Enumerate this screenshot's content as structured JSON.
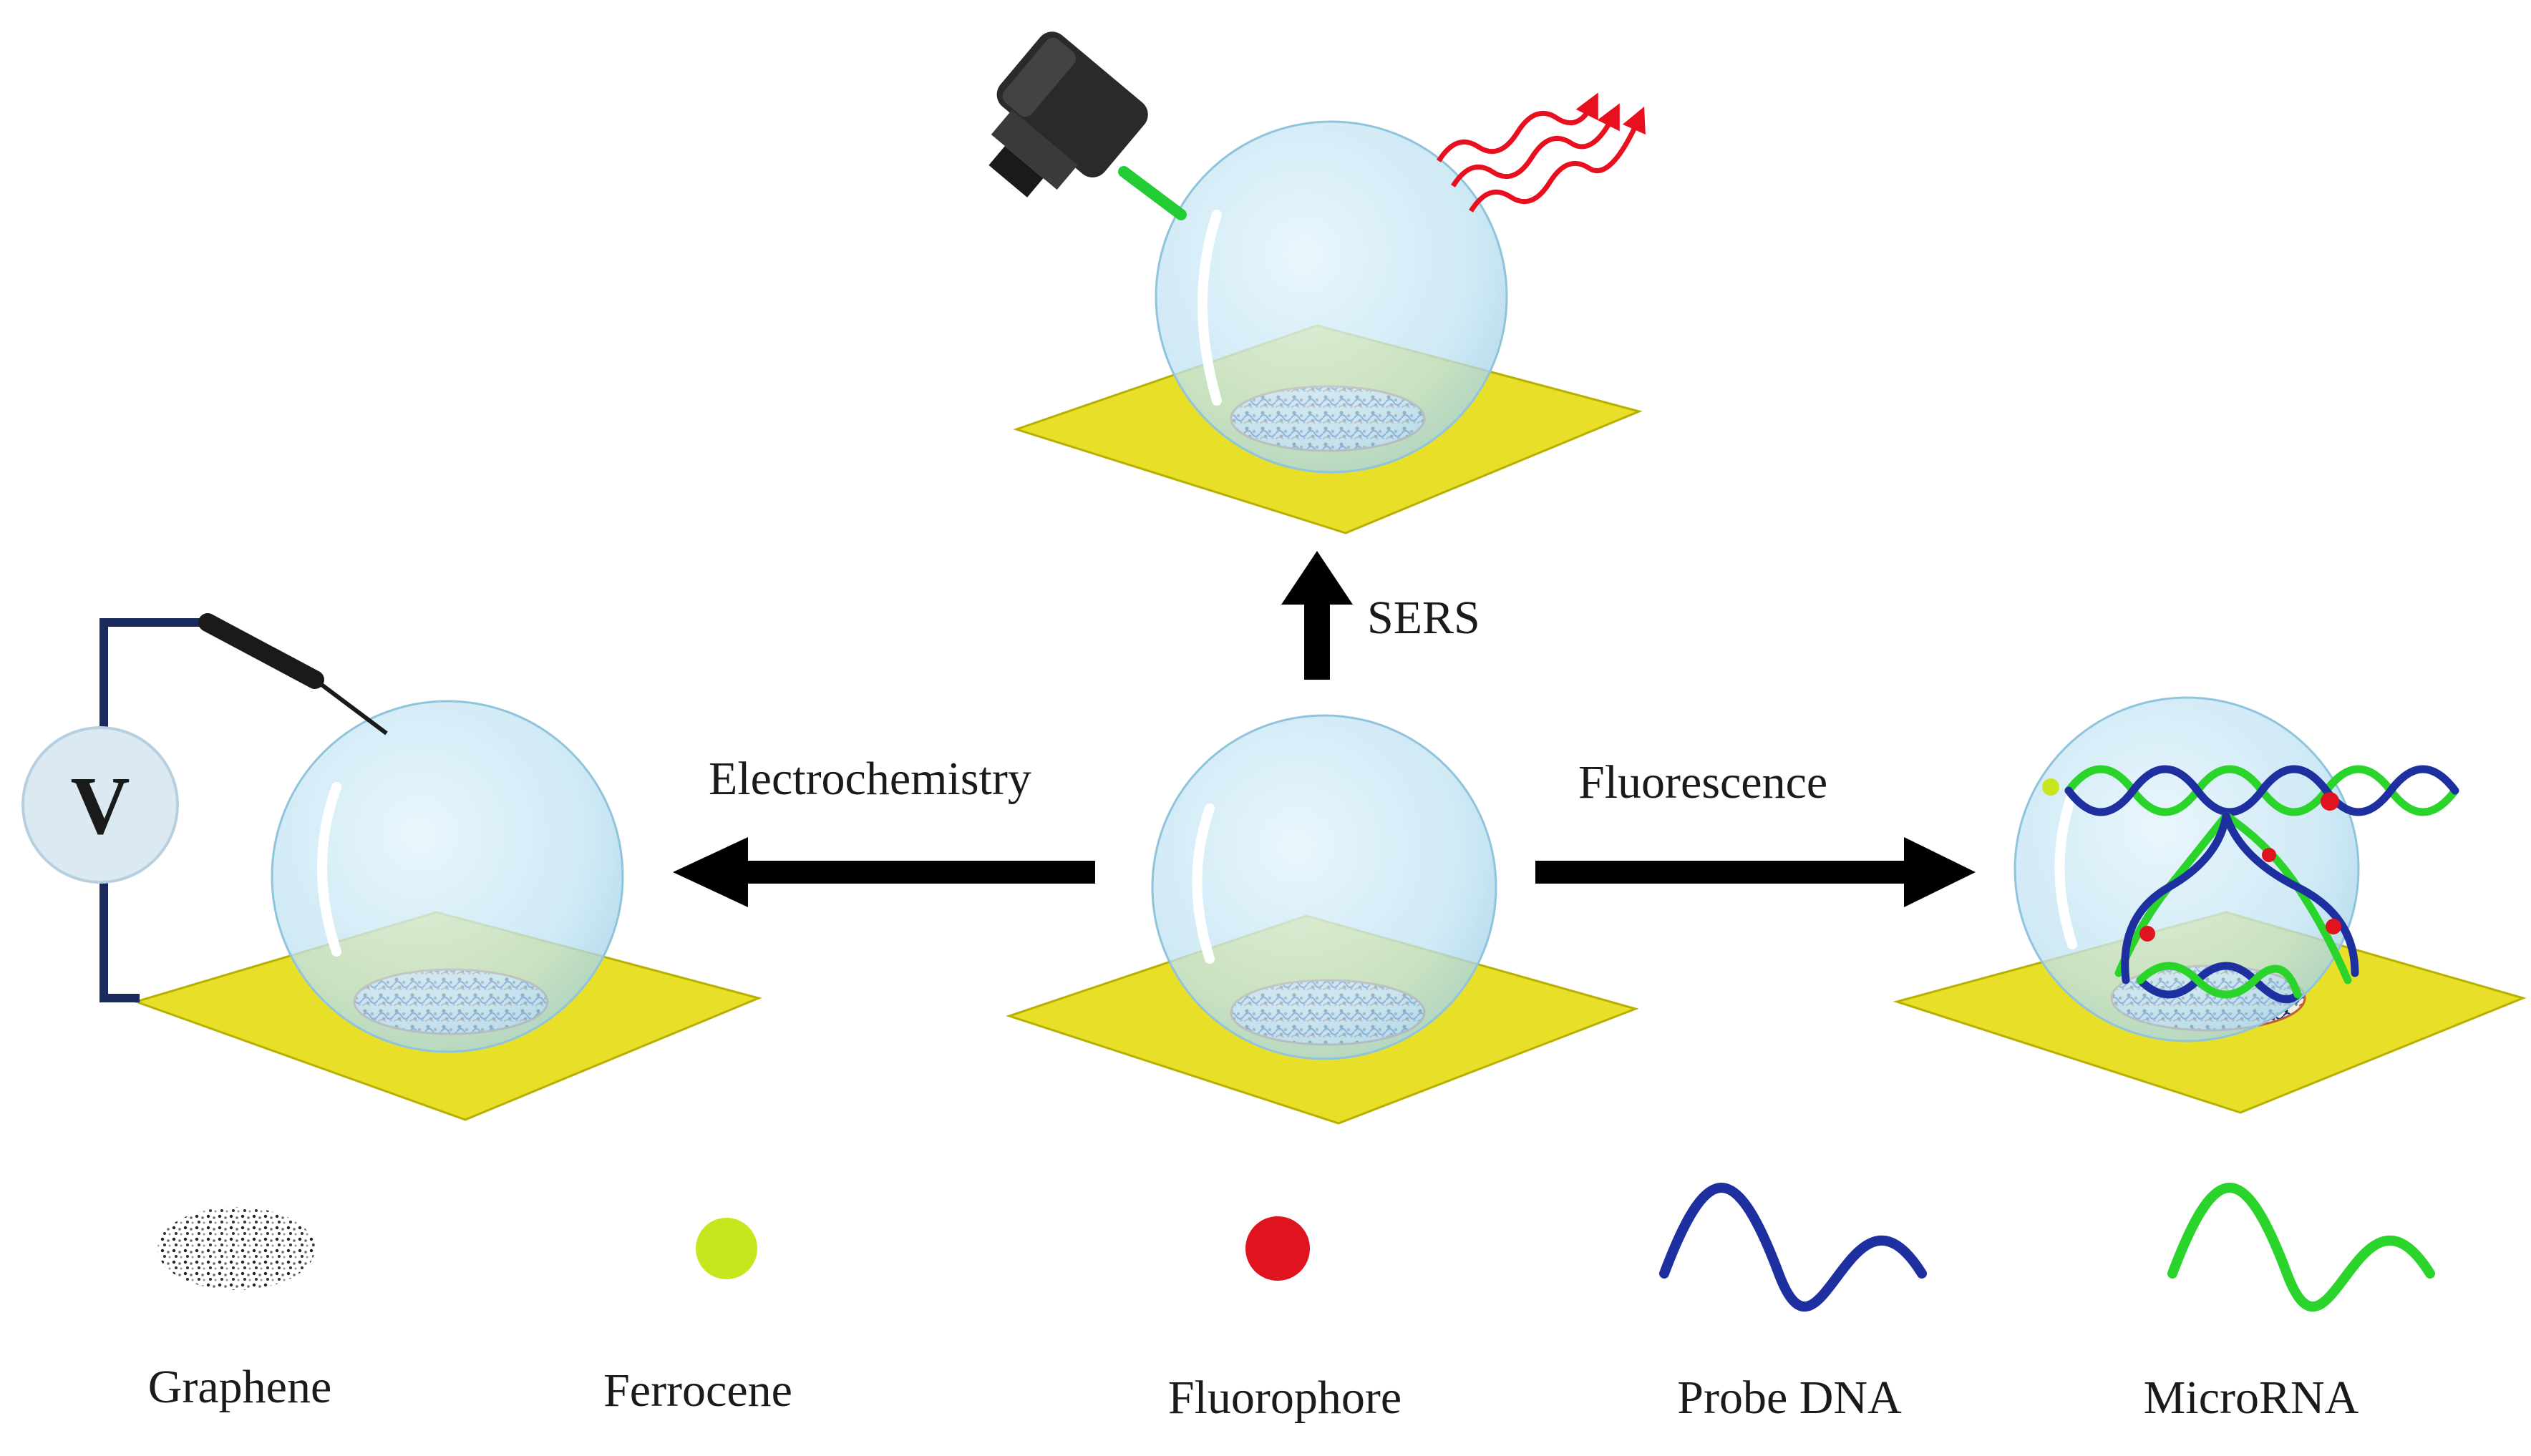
{
  "labels": {
    "sers": "SERS",
    "electrochemistry": "Electrochemistry",
    "fluorescence": "Fluorescence",
    "voltmeter": "V"
  },
  "legend": [
    {
      "icon": "graphene-icon",
      "label": "Graphene"
    },
    {
      "icon": "ferrocene-icon",
      "label": "Ferrocene",
      "color": "#c8e61e"
    },
    {
      "icon": "fluorophore-icon",
      "label": "Fluorophore",
      "color": "#e0141e"
    },
    {
      "icon": "probe-dna-icon",
      "label": "Probe DNA",
      "color": "#1e2fa0"
    },
    {
      "icon": "microrna-icon",
      "label": "MicroRNA",
      "color": "#2ad42a"
    }
  ],
  "colors": {
    "substrate": "#e8e028",
    "droplet": "#bfe2f2",
    "arrow": "#000000",
    "circuit": "#1b2a5c",
    "laser": "#22cc33",
    "scattered_light": "#e8101e"
  }
}
